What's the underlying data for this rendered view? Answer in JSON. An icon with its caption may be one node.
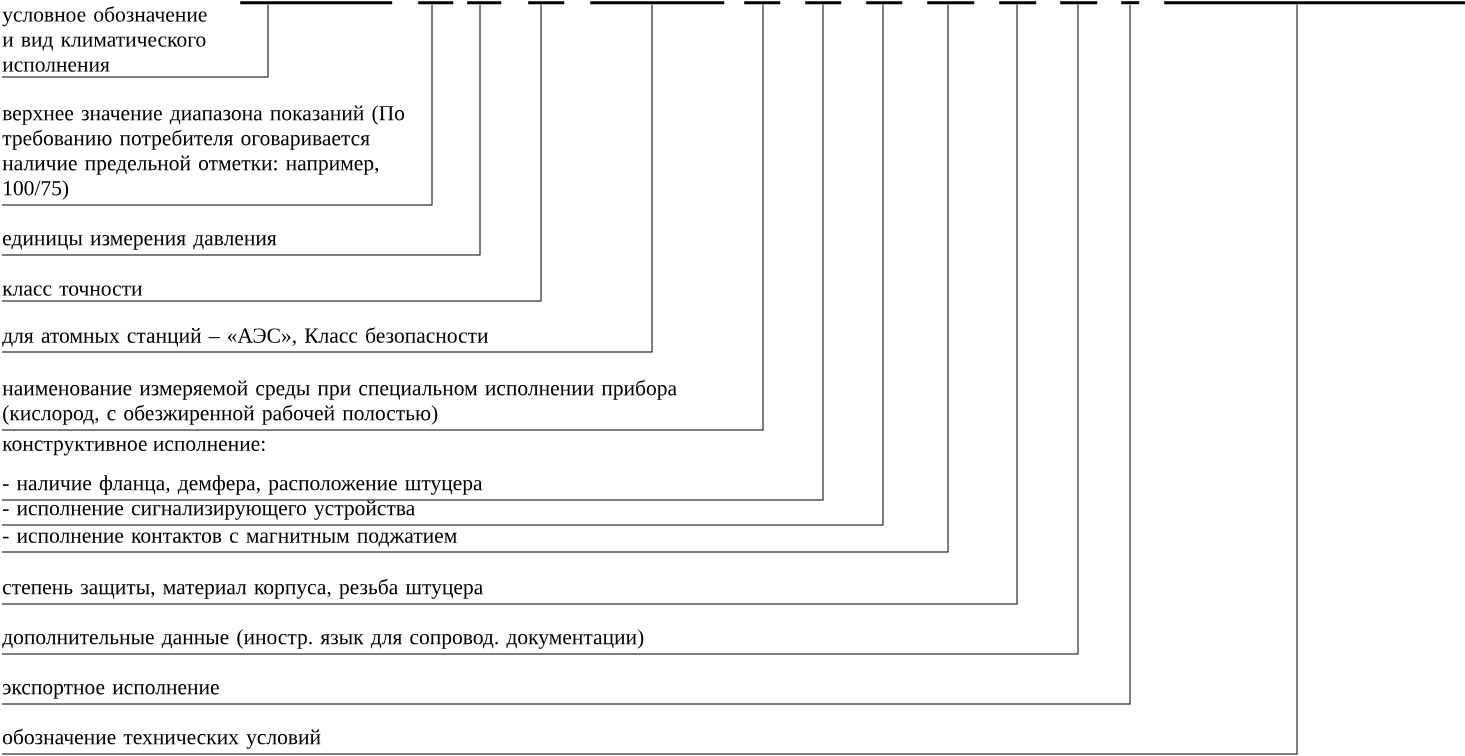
{
  "diagram": {
    "nodes": [
      {
        "text": [],
        "shape": "bar"
      },
      {
        "text": [],
        "shape": "bar"
      },
      {
        "text": [],
        "shape": "bar"
      },
      {
        "text": [],
        "shape": "bar"
      },
      {
        "text": [],
        "shape": "bar"
      },
      {
        "text": [],
        "shape": "bar"
      },
      {
        "text": [],
        "shape": "bar"
      },
      {
        "text": [],
        "shape": "bar"
      },
      {
        "text": [],
        "shape": "bar"
      },
      {
        "text": [],
        "shape": "bar"
      },
      {
        "text": [],
        "shape": "bar"
      },
      {
        "text": [],
        "shape": "bar"
      },
      {
        "text": [],
        "shape": "bar"
      },
      {
        "text": [
          "условное обозначение и вид климатического исполнения"
        ]
      },
      {
        "text": [
          "верхнее значение диапазона показаний (По требованию потребителя оговаривается наличие предельной отметки: например, 100/75)"
        ]
      },
      {
        "text": [
          "единицы измерения давления"
        ]
      },
      {
        "text": [
          "класс точности"
        ]
      },
      {
        "text": [
          "для атомных станций – «АЭС», Класс безопасности"
        ]
      },
      {
        "text": [
          "наименование измеряемой среды при специальном исполнении прибора (кислород, с обезжиренной рабочей полостью)"
        ]
      },
      {
        "text": [
          "- наличие фланца, демфера, расположение штуцера"
        ]
      },
      {
        "text": [
          "- исполнение сигнализирующего устройства"
        ]
      },
      {
        "text": [
          "- исполнение контактов с магнитным поджатием"
        ]
      },
      {
        "text": [
          "степень защиты, материал корпуса, резьба штуцера"
        ]
      },
      {
        "text": [
          "дополнительные данные (иностр. язык для сопровод. документации)"
        ]
      },
      {
        "text": [
          "экспортное исполнение"
        ]
      },
      {
        "text": [
          "обозначение технических условий"
        ]
      }
    ],
    "edges": [
      {
        "from": 13,
        "to": 0,
        "arrow": "none"
      },
      {
        "from": 14,
        "to": 1,
        "arrow": "none"
      },
      {
        "from": 15,
        "to": 2,
        "arrow": "none"
      },
      {
        "from": 16,
        "to": 3,
        "arrow": "none"
      },
      {
        "from": 17,
        "to": 4,
        "arrow": "none"
      },
      {
        "from": 18,
        "to": 5,
        "arrow": "none"
      },
      {
        "from": 19,
        "to": 6,
        "arrow": "none"
      },
      {
        "from": 20,
        "to": 7,
        "arrow": "none"
      },
      {
        "from": 21,
        "to": 8,
        "arrow": "none"
      },
      {
        "from": 22,
        "to": 9,
        "arrow": "none"
      },
      {
        "from": 23,
        "to": 10,
        "arrow": "none"
      },
      {
        "from": 24,
        "to": 11,
        "arrow": "none"
      },
      {
        "from": 25,
        "to": 12,
        "arrow": "none"
      }
    ],
    "labels": [
      "конструктивное исполнение:"
    ]
  }
}
